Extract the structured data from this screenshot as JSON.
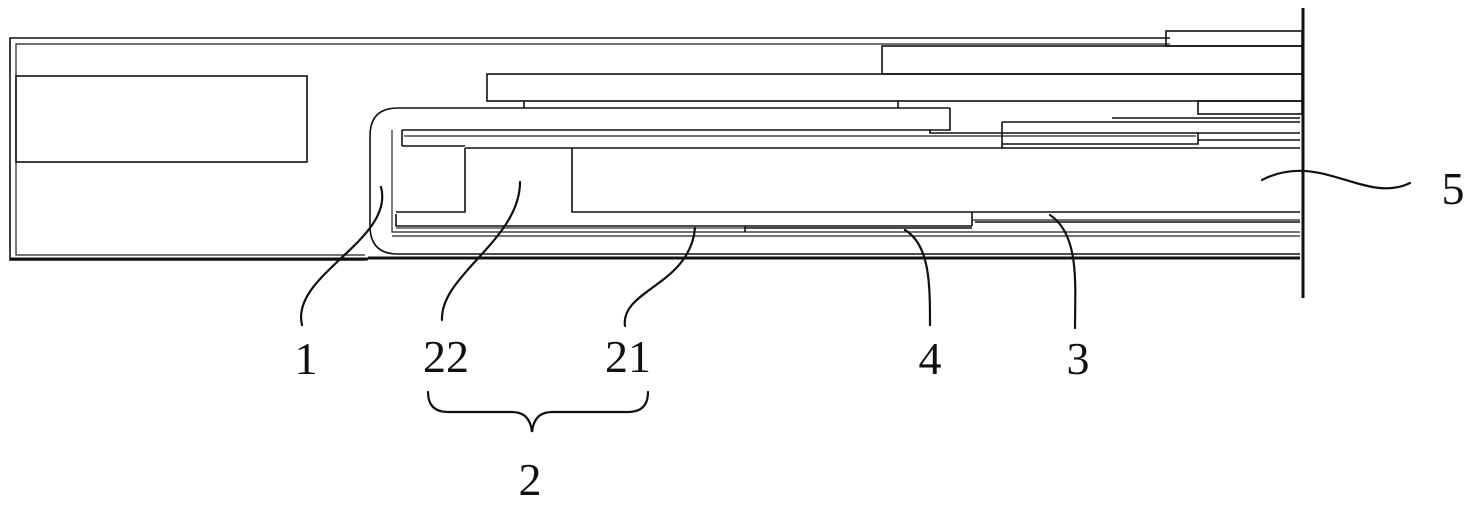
{
  "figure": {
    "labels": {
      "part_1": "1",
      "part_2": "2",
      "part_21": "21",
      "part_22": "22",
      "part_3": "3",
      "part_4": "4",
      "part_5": "5"
    },
    "colors": {
      "line": "#111111",
      "background": "#ffffff"
    }
  }
}
